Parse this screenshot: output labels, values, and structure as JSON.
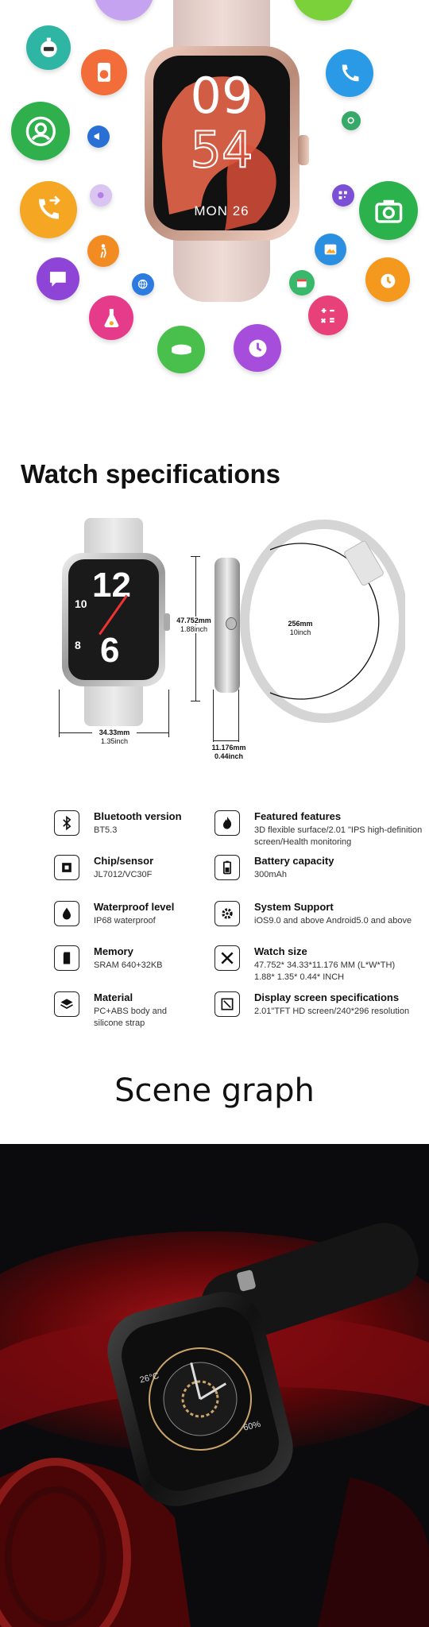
{
  "hero": {
    "watch": {
      "hour": "09",
      "minute": "54",
      "date": "MON 26"
    },
    "apps": [
      {
        "name": "stopwatch-icon",
        "color": "#2fb5a4"
      },
      {
        "name": "music-player-icon",
        "color": "#f26d3a"
      },
      {
        "name": "person-icon",
        "color": "#2fb04d"
      },
      {
        "name": "megaphone-icon",
        "color": "#2a6fd6"
      },
      {
        "name": "phone-transfer-icon",
        "color": "#f5a623"
      },
      {
        "name": "flower-icon",
        "color": "#b67de6"
      },
      {
        "name": "chat-icon",
        "color": "#8e44d6"
      },
      {
        "name": "hiker-icon",
        "color": "#f28c22"
      },
      {
        "name": "globe-icon",
        "color": "#2d7be0"
      },
      {
        "name": "flask-icon",
        "color": "#e53b8a"
      },
      {
        "name": "sleep-mask-icon",
        "color": "#49c04b"
      },
      {
        "name": "clock-icon",
        "color": "#a64ddc"
      },
      {
        "name": "calculator-icon",
        "color": "#e8417a"
      },
      {
        "name": "calendar-icon",
        "color": "#37b86a"
      },
      {
        "name": "alarm-icon",
        "color": "#f5981e"
      },
      {
        "name": "photo-icon",
        "color": "#2a8fe0"
      },
      {
        "name": "camera-icon",
        "color": "#2bb24c"
      },
      {
        "name": "qr-code-icon",
        "color": "#7b4fd6"
      },
      {
        "name": "settings-icon",
        "color": "#36a868"
      },
      {
        "name": "phone-icon",
        "color": "#2a9ae6"
      }
    ]
  },
  "specs_section": {
    "title": "Watch specifications",
    "dimensions": {
      "height_mm": "47.752mm",
      "height_inch": "1.88inch",
      "width_mm": "34.33mm",
      "width_inch": "1.35inch",
      "thickness_mm": "11.176mm",
      "thickness_inch": "0.44inch",
      "strap_mm": "256mm",
      "strap_inch": "10inch"
    },
    "watch_face_numbers": [
      "10",
      "12",
      "8",
      "6"
    ],
    "items": [
      {
        "title": "Bluetooth version",
        "value": "BT5.3",
        "icon": "bluetooth-icon"
      },
      {
        "title": "Featured features",
        "value": "3D flexible surface/2.01 \"IPS high-definition screen/Health monitoring",
        "icon": "flame-icon"
      },
      {
        "title": "Chip/sensor",
        "value": "JL7012/VC30F",
        "icon": "chip-icon"
      },
      {
        "title": "Battery capacity",
        "value": "300mAh",
        "icon": "battery-icon"
      },
      {
        "title": "Waterproof level",
        "value": "IP68 waterproof",
        "icon": "water-drop-icon"
      },
      {
        "title": "System Support",
        "value": "iOS9.0 and above Android5.0 and above",
        "icon": "gear-icon"
      },
      {
        "title": "Memory",
        "value": "SRAM 640+32KB",
        "icon": "sd-card-icon"
      },
      {
        "title": "Watch size",
        "value": "47.752* 34.33*11.176 MM (L*W*TH)\n1.88* 1.35* 0.44* INCH",
        "icon": "ruler-pencil-icon"
      },
      {
        "title": "Material",
        "value": "PC+ABS body and silicone strap",
        "icon": "layers-icon"
      },
      {
        "title": "Display screen specifications",
        "value": "2.01\"TFT HD screen/240*296 resolution",
        "icon": "screen-size-icon"
      }
    ]
  },
  "scene_section": {
    "title": "Scene graph",
    "watch": {
      "left_readout": "26°C",
      "right_readout": "60%"
    }
  }
}
